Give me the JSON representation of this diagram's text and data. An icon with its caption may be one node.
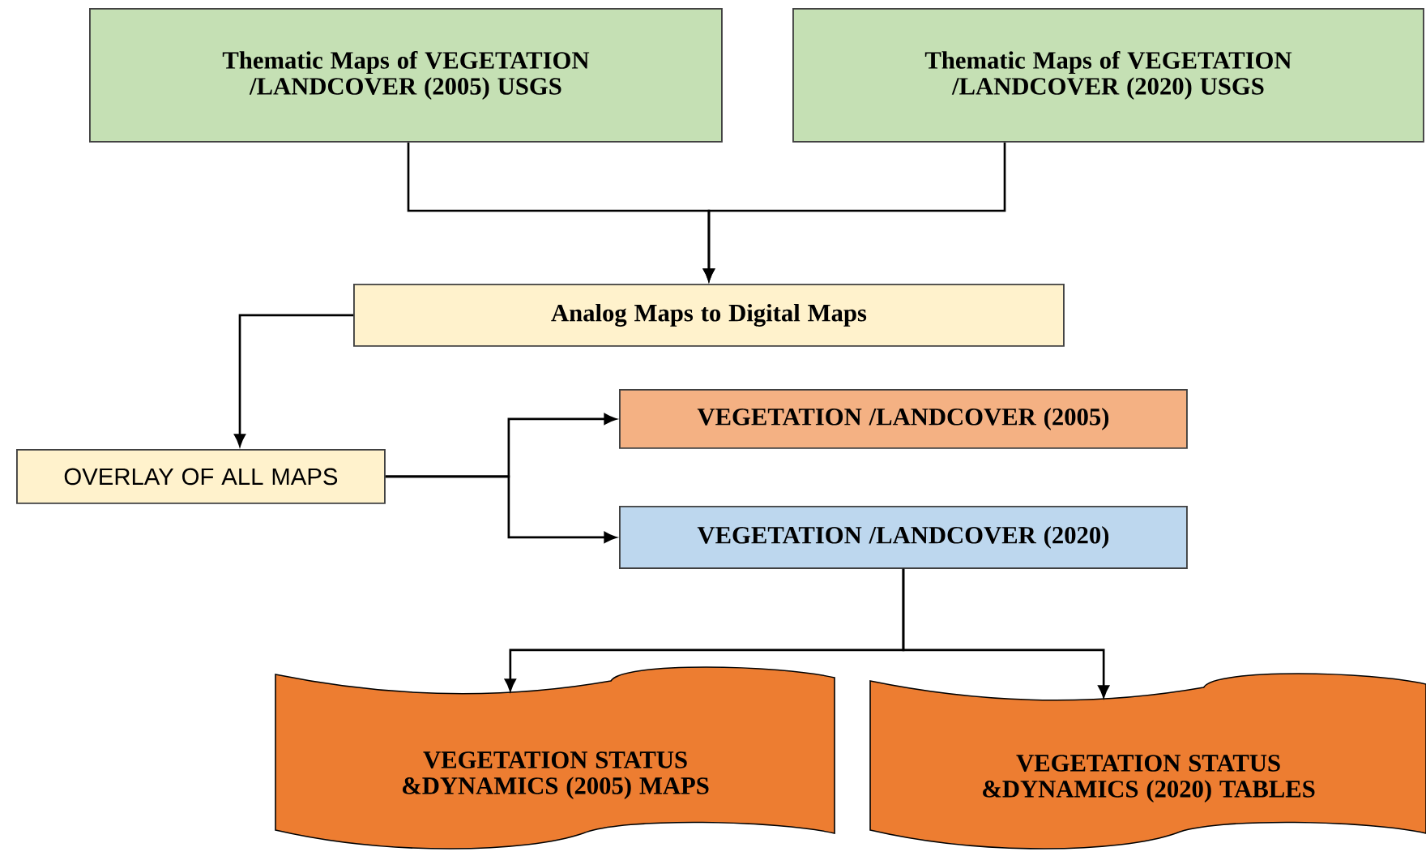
{
  "diagram": {
    "nodes": [
      {
        "text": [
          "Thematic Maps of VEGETATION /LANDCOVER (2005) USGS"
        ]
      },
      {
        "text": [
          "Thematic Maps of VEGETATION /LANDCOVER (2020) USGS"
        ]
      },
      {
        "text": [
          "Analog Maps to Digital Maps"
        ]
      },
      {
        "text": [
          "OVERLAY OF ALL MAPS"
        ]
      },
      {
        "text": [
          "VEGETATION /LANDCOVER (2005)"
        ]
      },
      {
        "text": [
          "VEGETATION /LANDCOVER (2020)"
        ]
      },
      {
        "text": [
          "VEGETATION STATUS &DYNAMICS (2005) MAPS"
        ]
      },
      {
        "text": [
          "VEGETATION STATUS &DYNAMICS (2020) TABLES"
        ]
      }
    ],
    "edges": [
      {
        "from": 0,
        "to": 2,
        "arrow": "to"
      },
      {
        "from": 1,
        "to": 2,
        "arrow": "to"
      },
      {
        "from": 2,
        "to": 3,
        "arrow": "to"
      },
      {
        "from": 3,
        "to": 4,
        "arrow": "to"
      },
      {
        "from": 3,
        "to": 5,
        "arrow": "to"
      },
      {
        "from": 5,
        "to": 6,
        "arrow": "to"
      },
      {
        "from": 5,
        "to": 7,
        "arrow": "to"
      }
    ]
  }
}
